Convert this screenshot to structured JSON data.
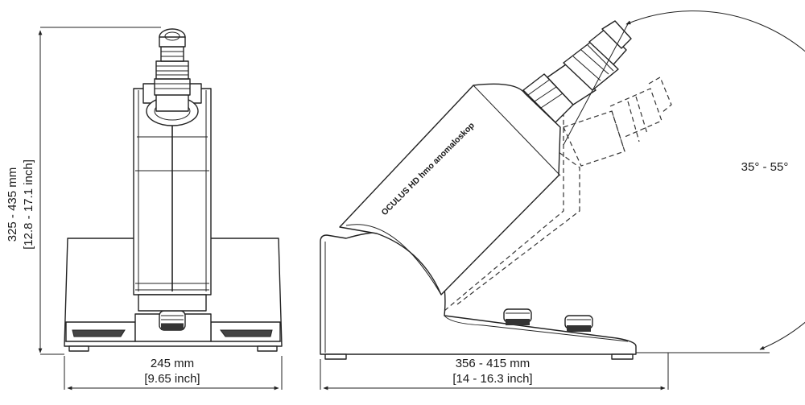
{
  "dimensions": {
    "height": {
      "value": "325 - 435 mm",
      "imperial": "[12.8 - 17.1 inch]"
    },
    "width": {
      "value": "245 mm",
      "imperial": "[9.65 inch]"
    },
    "length": {
      "value": "356 - 415 mm",
      "imperial": "[14 - 16.3 inch]"
    },
    "angle": {
      "value": "35° - 55°"
    }
  },
  "device_label": "OCULUS HD hmo anomaloskop"
}
